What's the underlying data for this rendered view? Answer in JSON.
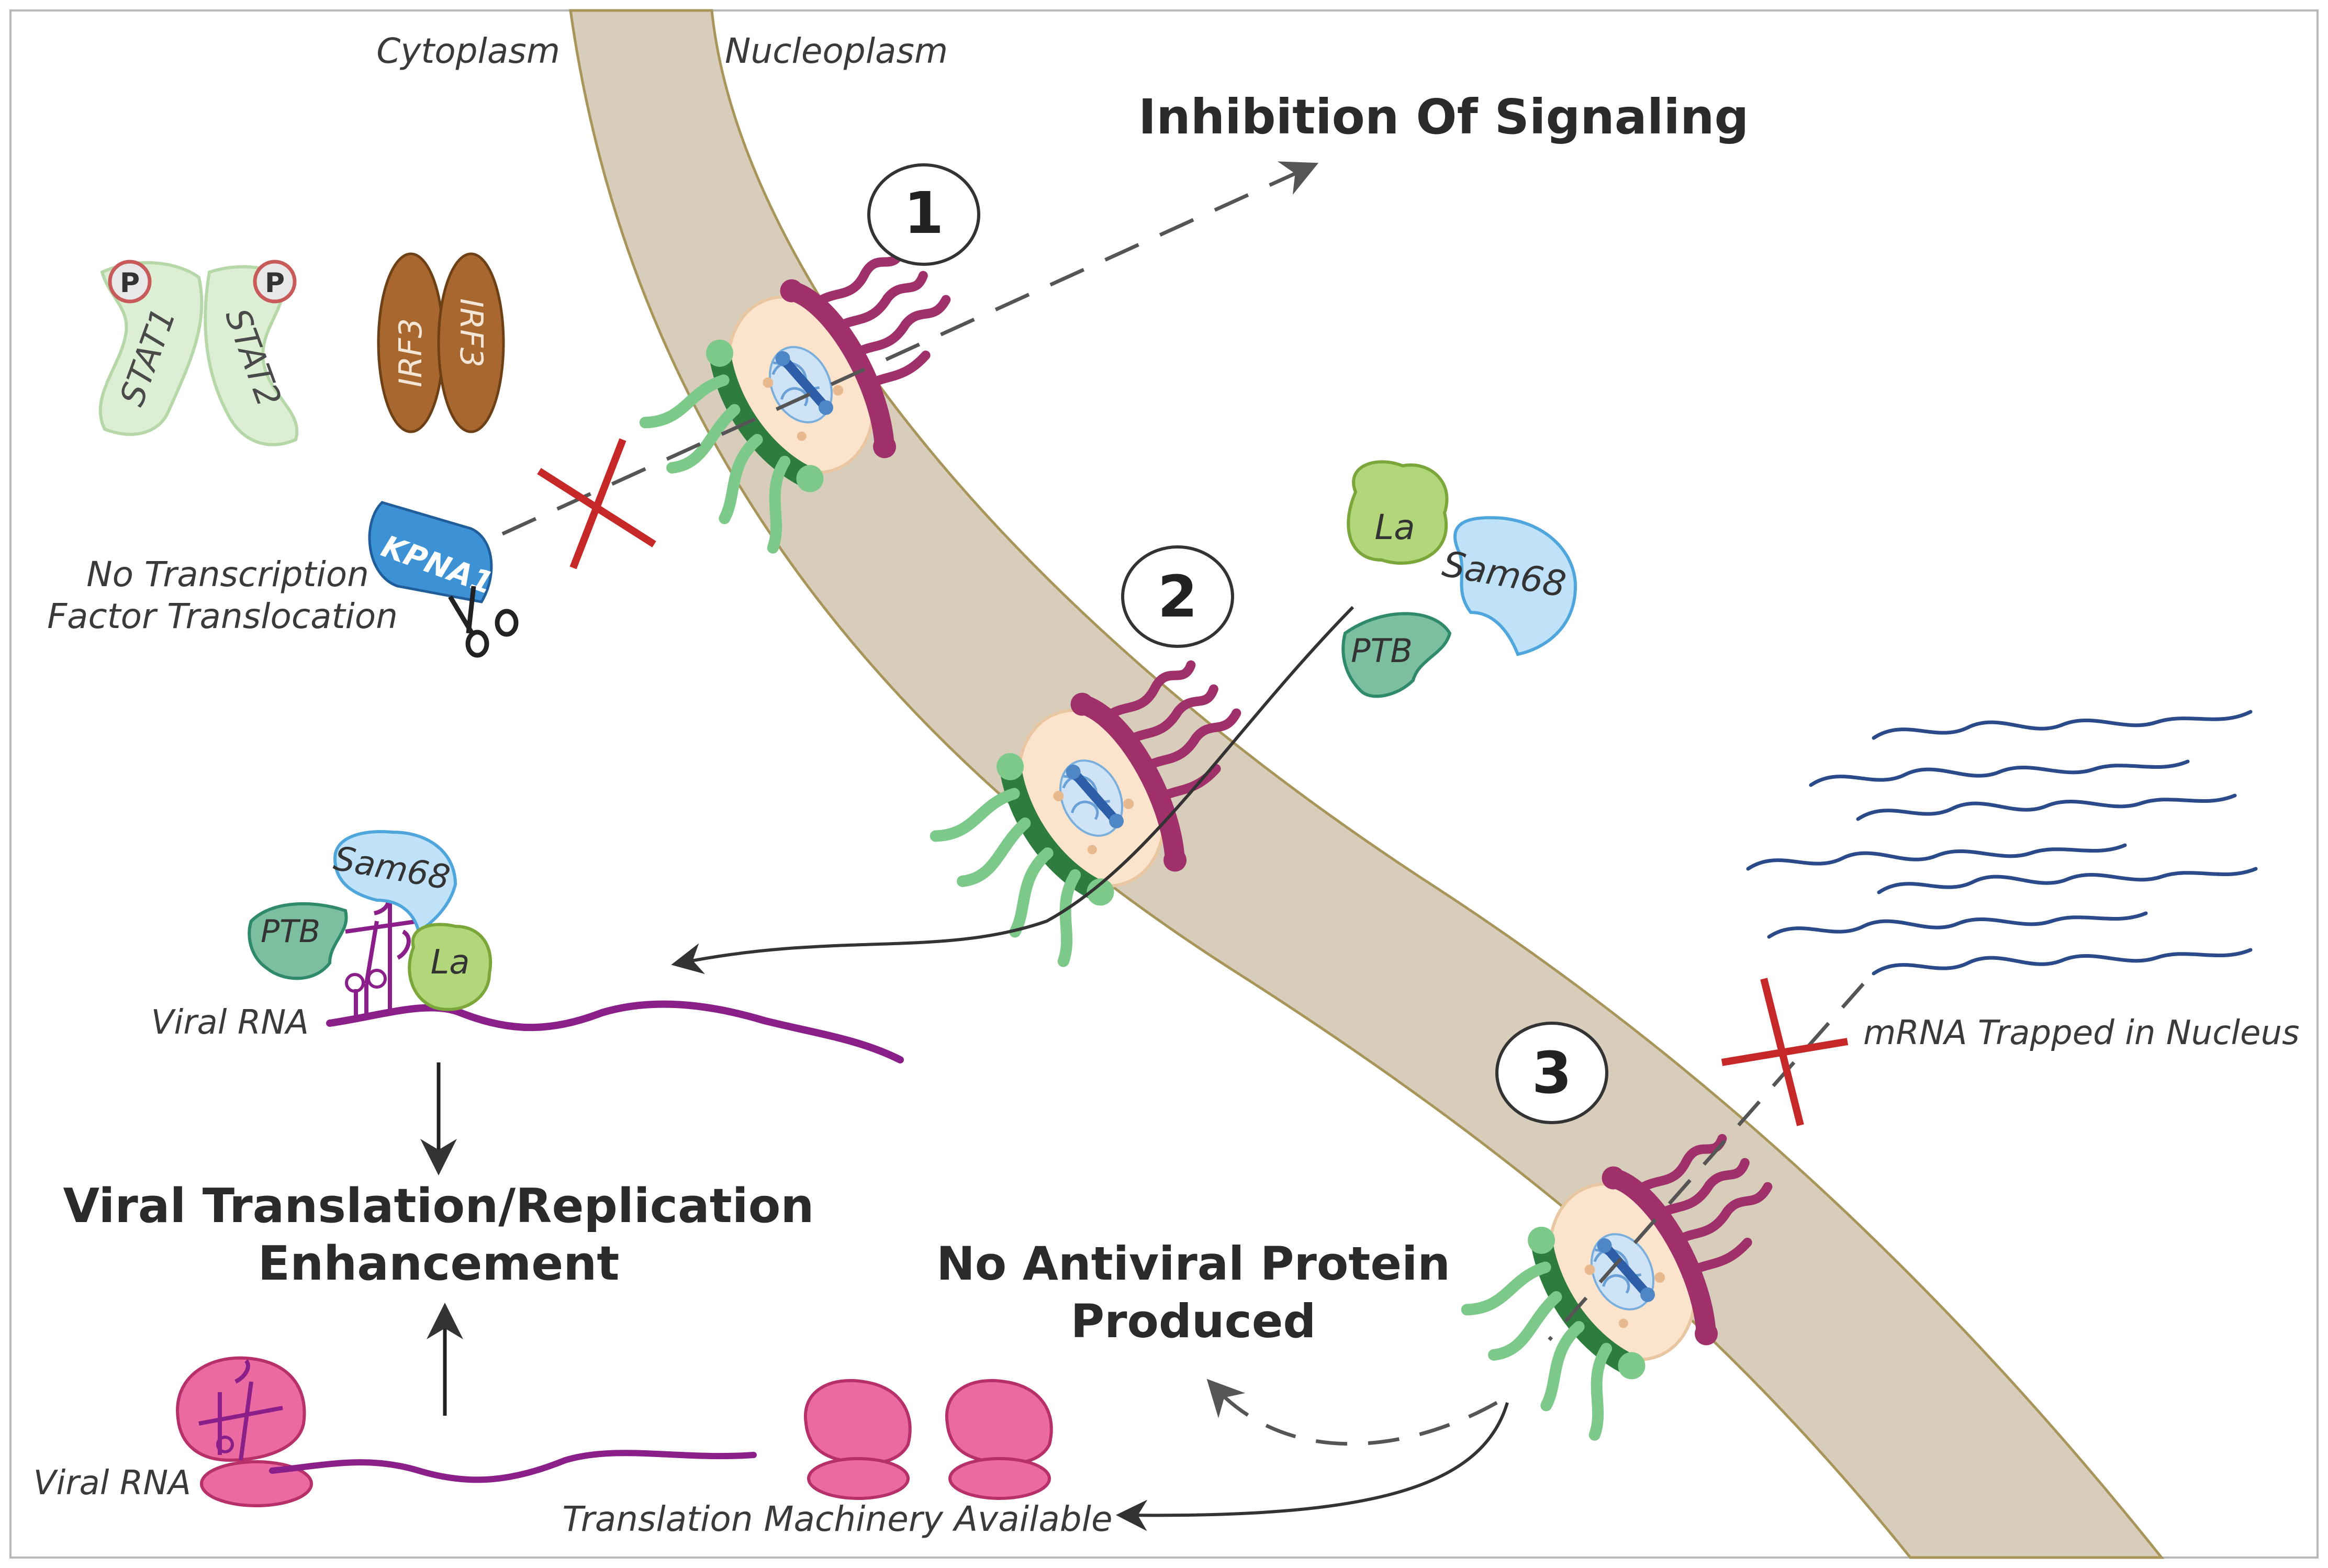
{
  "regions": {
    "cytoplasm": "Cytoplasm",
    "nucleoplasm": "Nucleoplasm"
  },
  "steps": {
    "one": "1",
    "two": "2",
    "three": "3"
  },
  "outcomes": {
    "inhibition_signaling": "Inhibition Of Signaling",
    "no_translocation_line1": "No Transcription",
    "no_translocation_line2": "Factor Translocation",
    "mrna_trapped": "mRNA Trapped in Nucleus",
    "no_antiviral_line1": "No Antiviral Protein",
    "no_antiviral_line2": "Produced",
    "viral_enhancement_line1": "Viral Translation/Replication",
    "viral_enhancement_line2": "Enhancement",
    "translation_machinery": "Translation Machinery Available"
  },
  "proteins": {
    "stat1": "STAT1",
    "stat2": "STAT2",
    "phospho": "P",
    "irf3": "IRF3",
    "kpna1": "KPNA1",
    "la": "La",
    "sam68": "Sam68",
    "ptb": "PTB"
  },
  "rna_labels": {
    "viral_rna_top": "Viral RNA",
    "viral_rna_bottom": "Viral RNA"
  },
  "colors": {
    "membrane": "#d8cdbb",
    "membrane_edge": "#a8955a",
    "pore_green": "#2e7d3e",
    "pore_green_light": "#7cc98a",
    "pore_magenta": "#a0306a",
    "pore_core": "#fbe3cc",
    "pore_blue": "#4f86c6",
    "stat_fill": "#dcefd4",
    "stat_edge": "#b6d8a8",
    "irf3_fill": "#a8672e",
    "kpna1_fill": "#3d92d6",
    "la_fill": "#b2d67a",
    "sam68_fill": "#bfe2f8",
    "ptb_fill": "#7cbea0",
    "viral_rna": "#8a1f8a",
    "host_mrna": "#2b4a8a",
    "block_x": "#c62828",
    "ribosome": "#ec6aa2"
  }
}
